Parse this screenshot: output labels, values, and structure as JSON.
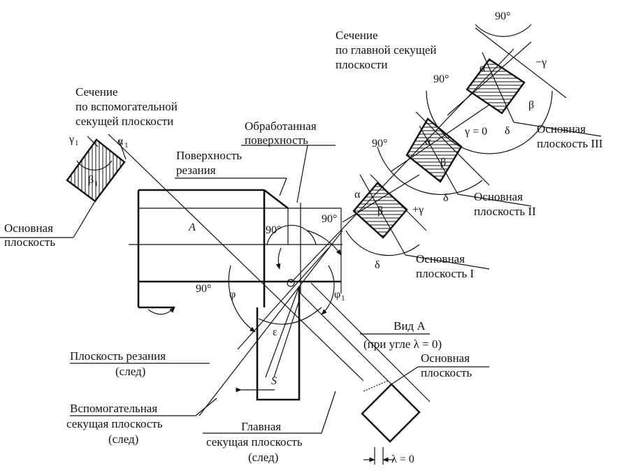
{
  "labels": {
    "section_main": [
      "Сечение",
      "по главной секущей",
      "плоскости"
    ],
    "section_aux": [
      "Сечение",
      "по вспомогательной",
      "секущей плоскости"
    ],
    "machined_surface": [
      "Обработанная",
      "поверхность"
    ],
    "cutting_surface": [
      "Поверхность",
      "резания"
    ],
    "base_plane": [
      "Основная",
      "плоскость"
    ],
    "base_plane_1": [
      "Основная",
      "плоскость I"
    ],
    "base_plane_2": [
      "Основная",
      "плоскость II"
    ],
    "base_plane_3": [
      "Основная",
      "плоскость III"
    ],
    "cutting_plane_trace": [
      "Плоскость резания",
      "(след)"
    ],
    "aux_plane_trace": [
      "Вспомогательная",
      "секущая плоскость",
      "(след)"
    ],
    "main_plane_trace": [
      "Главная",
      "секущая плоскость",
      "(след)"
    ],
    "view_a": "Вид А",
    "view_a_note": "(при угле λ = 0)",
    "view_a_base_plane": [
      "Основная",
      "плоскость"
    ]
  },
  "symbols": {
    "deg90": "90°",
    "alpha": "α",
    "beta": "β",
    "gamma_neg": "−γ",
    "gamma_zero": "γ = 0",
    "gamma_pos": "+γ",
    "delta": "δ",
    "alpha1": "α",
    "beta1": "β",
    "gamma1": "γ",
    "sub1": "1",
    "phi": "φ",
    "phi1": "φ",
    "epsilon": "ε",
    "A": "A",
    "S": "S",
    "lambda_zero": "λ = 0"
  }
}
